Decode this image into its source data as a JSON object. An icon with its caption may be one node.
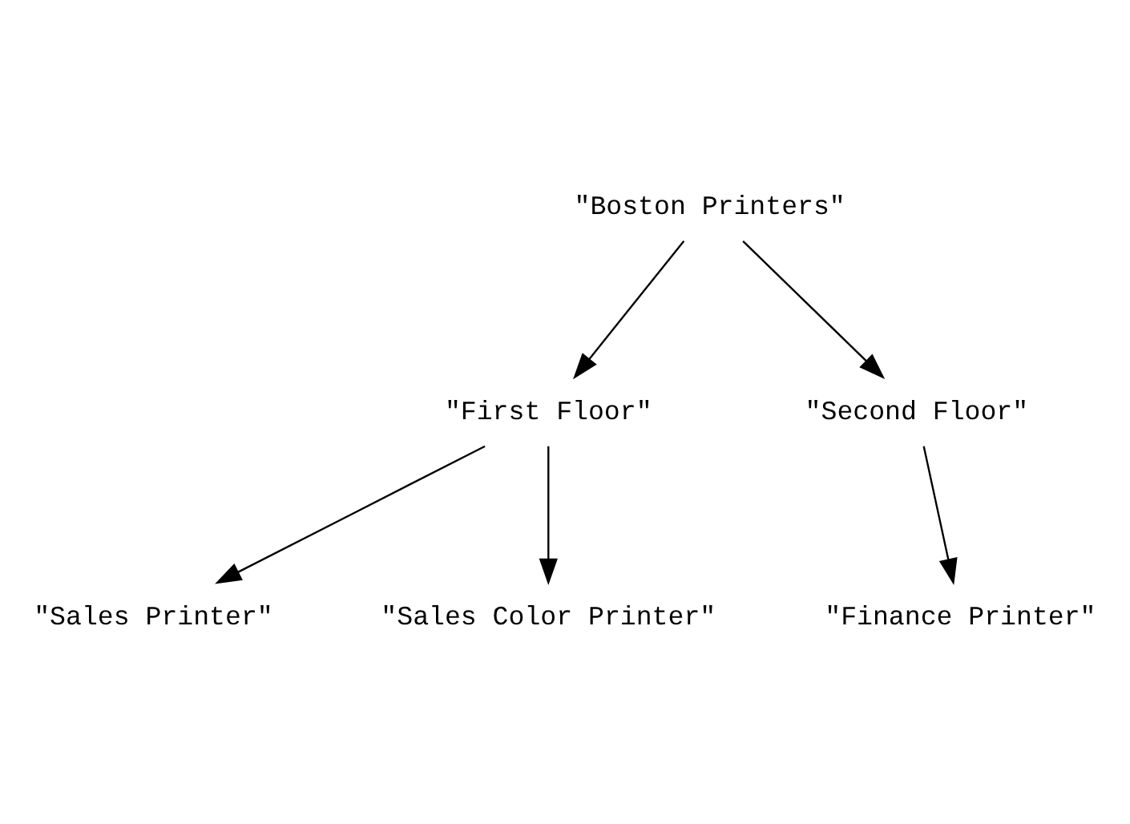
{
  "diagram": {
    "nodes": [
      {
        "text": [
          "\"Boston Printers\""
        ]
      },
      {
        "text": [
          "\"First Floor\""
        ]
      },
      {
        "text": [
          "\"Second Floor\""
        ]
      },
      {
        "text": [
          "\"Sales Printer\""
        ]
      },
      {
        "text": [
          "\"Sales Color Printer\""
        ]
      },
      {
        "text": [
          "\"Finance Printer\""
        ]
      }
    ],
    "edges": [
      {
        "from": 0,
        "to": 1,
        "arrow": "to"
      },
      {
        "from": 0,
        "to": 2,
        "arrow": "to"
      },
      {
        "from": 1,
        "to": 3,
        "arrow": "to"
      },
      {
        "from": 1,
        "to": 4,
        "arrow": "to"
      },
      {
        "from": 2,
        "to": 5,
        "arrow": "to"
      }
    ]
  }
}
